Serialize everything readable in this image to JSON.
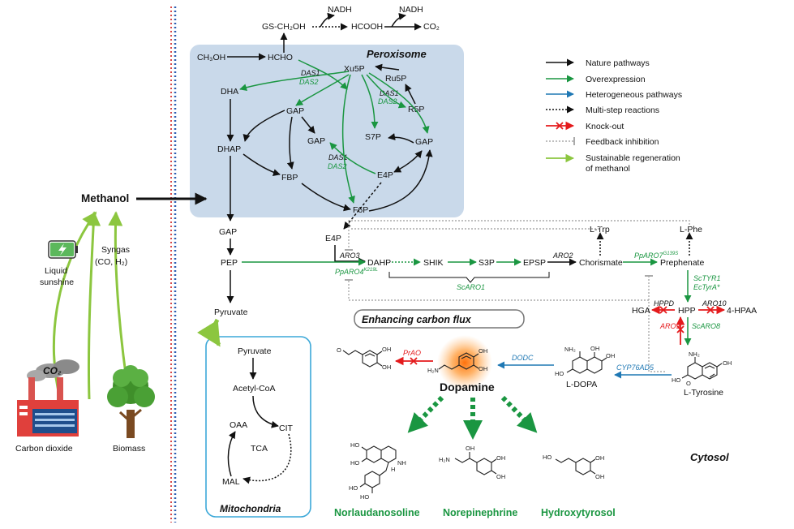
{
  "figure": {
    "compartments": {
      "peroxisome": "Peroxisome",
      "cytosol": "Cytosol",
      "mitochondria": "Mitochondria"
    },
    "left": {
      "methanol": "Methanol",
      "liquid_sunshine": [
        "Liquid",
        "sunshine"
      ],
      "syngas": [
        "Syngas",
        "(CO, H₂)"
      ],
      "co2_stamp": "CO₂",
      "carbon_dioxide": "Carbon dioxide",
      "biomass": "Biomass"
    },
    "formaldehyde": {
      "ch3oh": "CH₃OH",
      "hcho": "HCHO",
      "gs": "GS-CH₂OH",
      "hcooh": "HCOOH",
      "co2": "CO₂",
      "nadh": "NADH"
    },
    "xylulose": {
      "dha": "DHA",
      "dhap": "DHAP",
      "gap": "GAP",
      "fbp": "FBP",
      "f6p": "F6P",
      "e4p": "E4P",
      "xu5p": "Xu5P",
      "ru5p": "Ru5P",
      "r5p": "R5P",
      "s7p": "S7P",
      "das1": "DAS1",
      "das2": "DAS2"
    },
    "glycolysis": {
      "gap": "GAP",
      "pep": "PEP",
      "pyruvate": "Pyruvate",
      "acetyl_coa": "Acetyl-CoA",
      "oaa": "OAA",
      "cit": "CIT",
      "mal": "MAL",
      "tca": "TCA"
    },
    "shikimate": {
      "e4p": "E4P",
      "dahp": "DAHP",
      "shik": "SHIK",
      "s3p": "S3P",
      "epsp": "EPSP",
      "chorismate": "Chorismate",
      "prephenate": "Prephenate",
      "ltrp": "L-Trp",
      "lphe": "L-Phe",
      "aro3": "ARO3",
      "aro2": "ARO2",
      "pparo4_base": "PpARO4",
      "pparo4_sup": "K219L",
      "scaro1": "ScARO1",
      "pparo7_base": "PpARO7",
      "pparo7_sup": "G139S"
    },
    "tyrosine": {
      "sctyr1": "ScTYR1",
      "ectyra": "EcTyrA*",
      "hpp": "HPP",
      "hga": "HGA",
      "hpaa": "4-HPAA",
      "hppd": "HPPD",
      "aro10": "ARO10",
      "aro9": "ARO9",
      "scaro8": "ScARO8",
      "ltyrosine": "L-Tyrosine",
      "cyp": "CYP76AD5",
      "ldopa": "L-DOPA",
      "dodc": "DODC",
      "dopamine": "Dopamine",
      "prao": "PrAO",
      "enhancing": "Enhancing carbon flux"
    },
    "products": [
      "Norlaudanosoline",
      "Norepinephrine",
      "Hydroxytyrosol"
    ],
    "struct_labels": {
      "oh": "OH",
      "ho": "HO",
      "nh2": "NH₂",
      "h2n": "H₂N",
      "nh": "NH",
      "o": "O",
      "h": "H"
    }
  },
  "legend": {
    "items": [
      {
        "label": "Nature pathways",
        "color": "#111111",
        "style": "solid"
      },
      {
        "label": "Overexpression",
        "color": "#1a9641",
        "style": "solid"
      },
      {
        "label": "Heterogeneous pathways",
        "color": "#1f78b4",
        "style": "solid"
      },
      {
        "label": "Multi-step reactions",
        "color": "#111111",
        "style": "dotted"
      },
      {
        "label": "Knock-out",
        "color": "#e41a1c",
        "style": "knockout"
      },
      {
        "label": "Feedback inhibition",
        "color": "#aaaaaa",
        "style": "inhibition"
      },
      {
        "label": "Sustainable regeneration",
        "color": "#8cc63f",
        "style": "solid"
      },
      {
        "label": "of methanol",
        "color": "#8cc63f",
        "style": "continuation"
      }
    ]
  },
  "colors": {
    "native": "#111111",
    "overexpression": "#1a9641",
    "heterogeneous": "#1f78b4",
    "knockout": "#e41a1c",
    "feedback": "#aaaaaa",
    "regeneration": "#8cc63f",
    "peroxisome_fill": "#c9d9ea",
    "mitochondria_border": "#3ca8d8",
    "divider_blue": "#2f5fb3",
    "divider_red": "#d94a4a",
    "dopamine_glow": "#ff6a00"
  }
}
